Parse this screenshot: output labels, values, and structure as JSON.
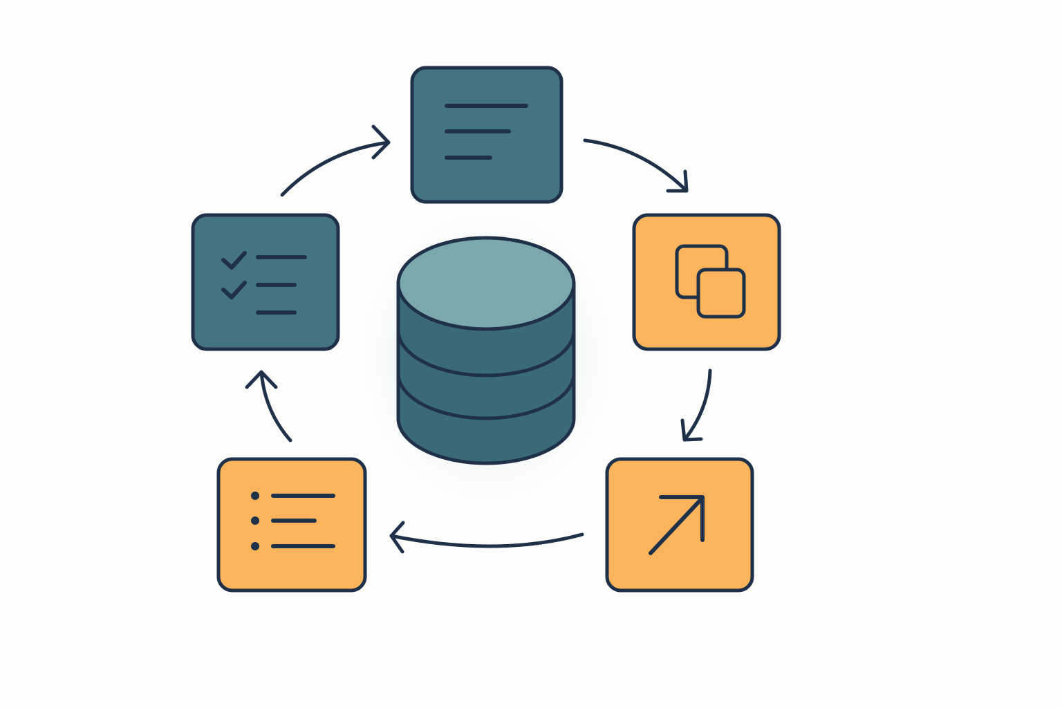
{
  "diagram": {
    "type": "cycle",
    "center": {
      "icon": "database-icon"
    },
    "nodes": [
      {
        "id": "document",
        "icon": "document-lines-icon",
        "color_role": "teal"
      },
      {
        "id": "copy",
        "icon": "copy-icon",
        "color_role": "orange"
      },
      {
        "id": "export",
        "icon": "arrow-up-right-icon",
        "color_role": "orange"
      },
      {
        "id": "list",
        "icon": "bulleted-list-icon",
        "color_role": "orange"
      },
      {
        "id": "checklist",
        "icon": "checklist-icon",
        "color_role": "teal"
      }
    ],
    "flow": [
      {
        "from": "document",
        "to": "copy"
      },
      {
        "from": "copy",
        "to": "export"
      },
      {
        "from": "export",
        "to": "list"
      },
      {
        "from": "list",
        "to": "checklist"
      },
      {
        "from": "checklist",
        "to": "document"
      }
    ]
  },
  "colors": {
    "background": "#fdfdfc",
    "outline": "#1f3149",
    "teal": "#43747f",
    "teal_light": "#7aa8ab",
    "teal_dark": "#3a6a76",
    "orange": "#fbb45c"
  }
}
